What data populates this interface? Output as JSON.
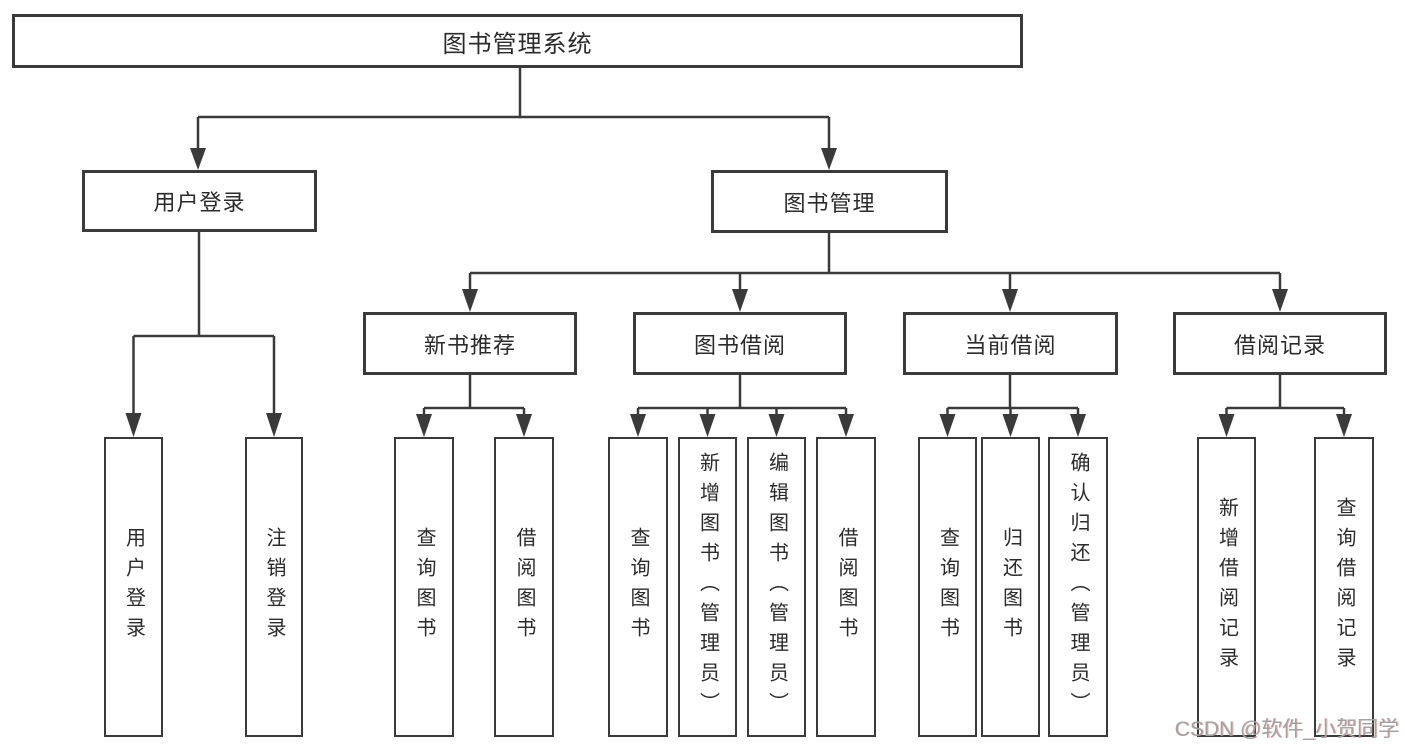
{
  "tree": {
    "label": "图书管理系统",
    "children": [
      {
        "label": "用户登录",
        "children": [
          {
            "label": "用户登录"
          },
          {
            "label": "注销登录"
          }
        ]
      },
      {
        "label": "图书管理",
        "children": [
          {
            "label": "新书推荐",
            "children": [
              {
                "label": "查询图书"
              },
              {
                "label": "借阅图书"
              }
            ]
          },
          {
            "label": "图书借阅",
            "children": [
              {
                "label": "查询图书"
              },
              {
                "label": "新增图书（管理员）"
              },
              {
                "label": "编辑图书（管理员）"
              },
              {
                "label": "借阅图书"
              }
            ]
          },
          {
            "label": "当前借阅",
            "children": [
              {
                "label": "查询图书"
              },
              {
                "label": "归还图书"
              },
              {
                "label": "确认归还（管理员）"
              }
            ]
          },
          {
            "label": "借阅记录",
            "children": [
              {
                "label": "新增借阅记录"
              },
              {
                "label": "查询借阅记录"
              }
            ]
          }
        ]
      }
    ]
  },
  "watermark": {
    "text": "CSDN @软件_小贺同学"
  },
  "colors": {
    "line": "#3a3a3a",
    "box_border": "#3a3a3a",
    "box_fill": "#ffffff",
    "text": "#2b2b2b",
    "background": "#ffffff",
    "watermark": "#a2a2a2"
  }
}
